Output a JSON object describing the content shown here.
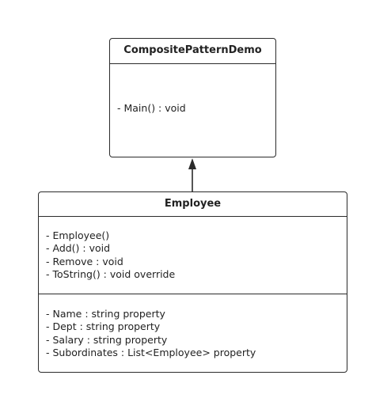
{
  "classes": [
    {
      "name": "CompositePatternDemo",
      "operations": [
        "- Main() : void"
      ],
      "attributes": []
    },
    {
      "name": "Employee",
      "operations": [
        "- Employee()",
        "- Add() : void",
        "- Remove : void",
        "- ToString() : void override"
      ],
      "attributes": [
        "- Name : string property",
        "- Dept : string property",
        "- Salary : string property",
        "- Subordinates : List<Employee> property"
      ]
    }
  ],
  "relationship": {
    "type": "inheritance",
    "from": "Employee",
    "to": "CompositePatternDemo"
  },
  "colors": {
    "line": "#2b2b2b",
    "background": "#ffffff"
  }
}
